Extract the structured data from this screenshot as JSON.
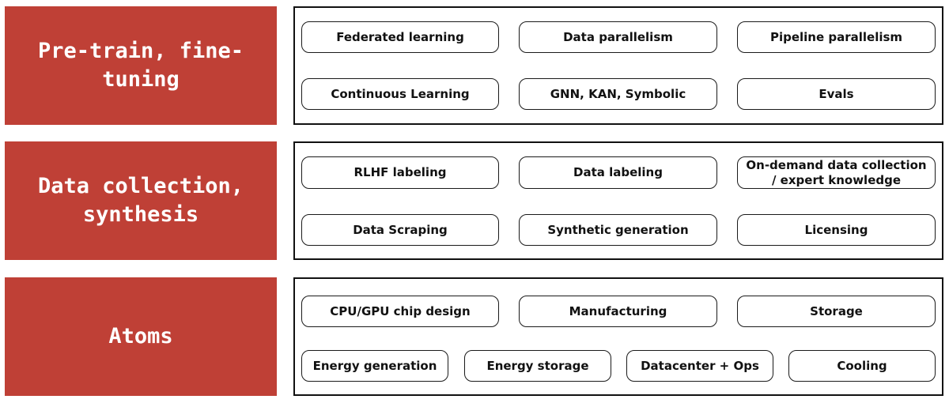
{
  "rows": [
    {
      "label": "Pre-train, fine-tuning",
      "items": [
        "Federated learning",
        "Data parallelism",
        "Pipeline parallelism",
        "Continuous Learning",
        "GNN, KAN, Symbolic",
        "Evals"
      ]
    },
    {
      "label": "Data collection, synthesis",
      "items": [
        "RLHF labeling",
        "Data labeling",
        "On-demand data collection / expert knowledge",
        "Data Scraping",
        "Synthetic generation",
        "Licensing"
      ]
    },
    {
      "label": "Atoms",
      "items": [
        "CPU/GPU chip design",
        "Manufacturing",
        "Storage",
        "Energy generation",
        "Energy storage",
        "Datacenter + Ops",
        "Cooling"
      ]
    }
  ],
  "colors": {
    "label_fill": "#bf4036",
    "label_text": "#ffffff",
    "border": "#111111"
  }
}
